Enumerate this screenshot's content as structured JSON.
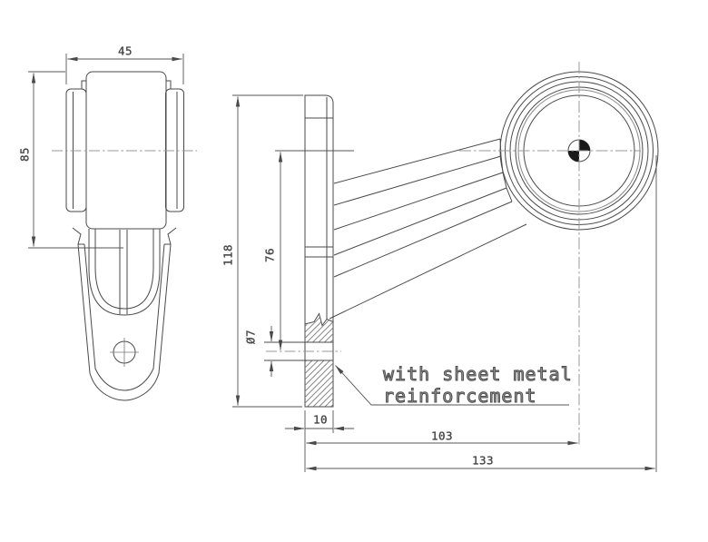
{
  "front_view": {
    "width_dim": "45",
    "height_dim": "85"
  },
  "side_view": {
    "height_dim": "118",
    "center_to_hole_dim": "76",
    "hole_dia_dim": "Ø7",
    "thickness_dim": "10",
    "length_to_center_dim": "103",
    "overall_length_dim": "133"
  },
  "note": {
    "line1": "with sheet metal",
    "line2": "reinforcement"
  },
  "colors": {
    "line": "#4a4a4a",
    "centerline": "#999999",
    "hatch": "#7a7a7a",
    "background": "#ffffff"
  }
}
